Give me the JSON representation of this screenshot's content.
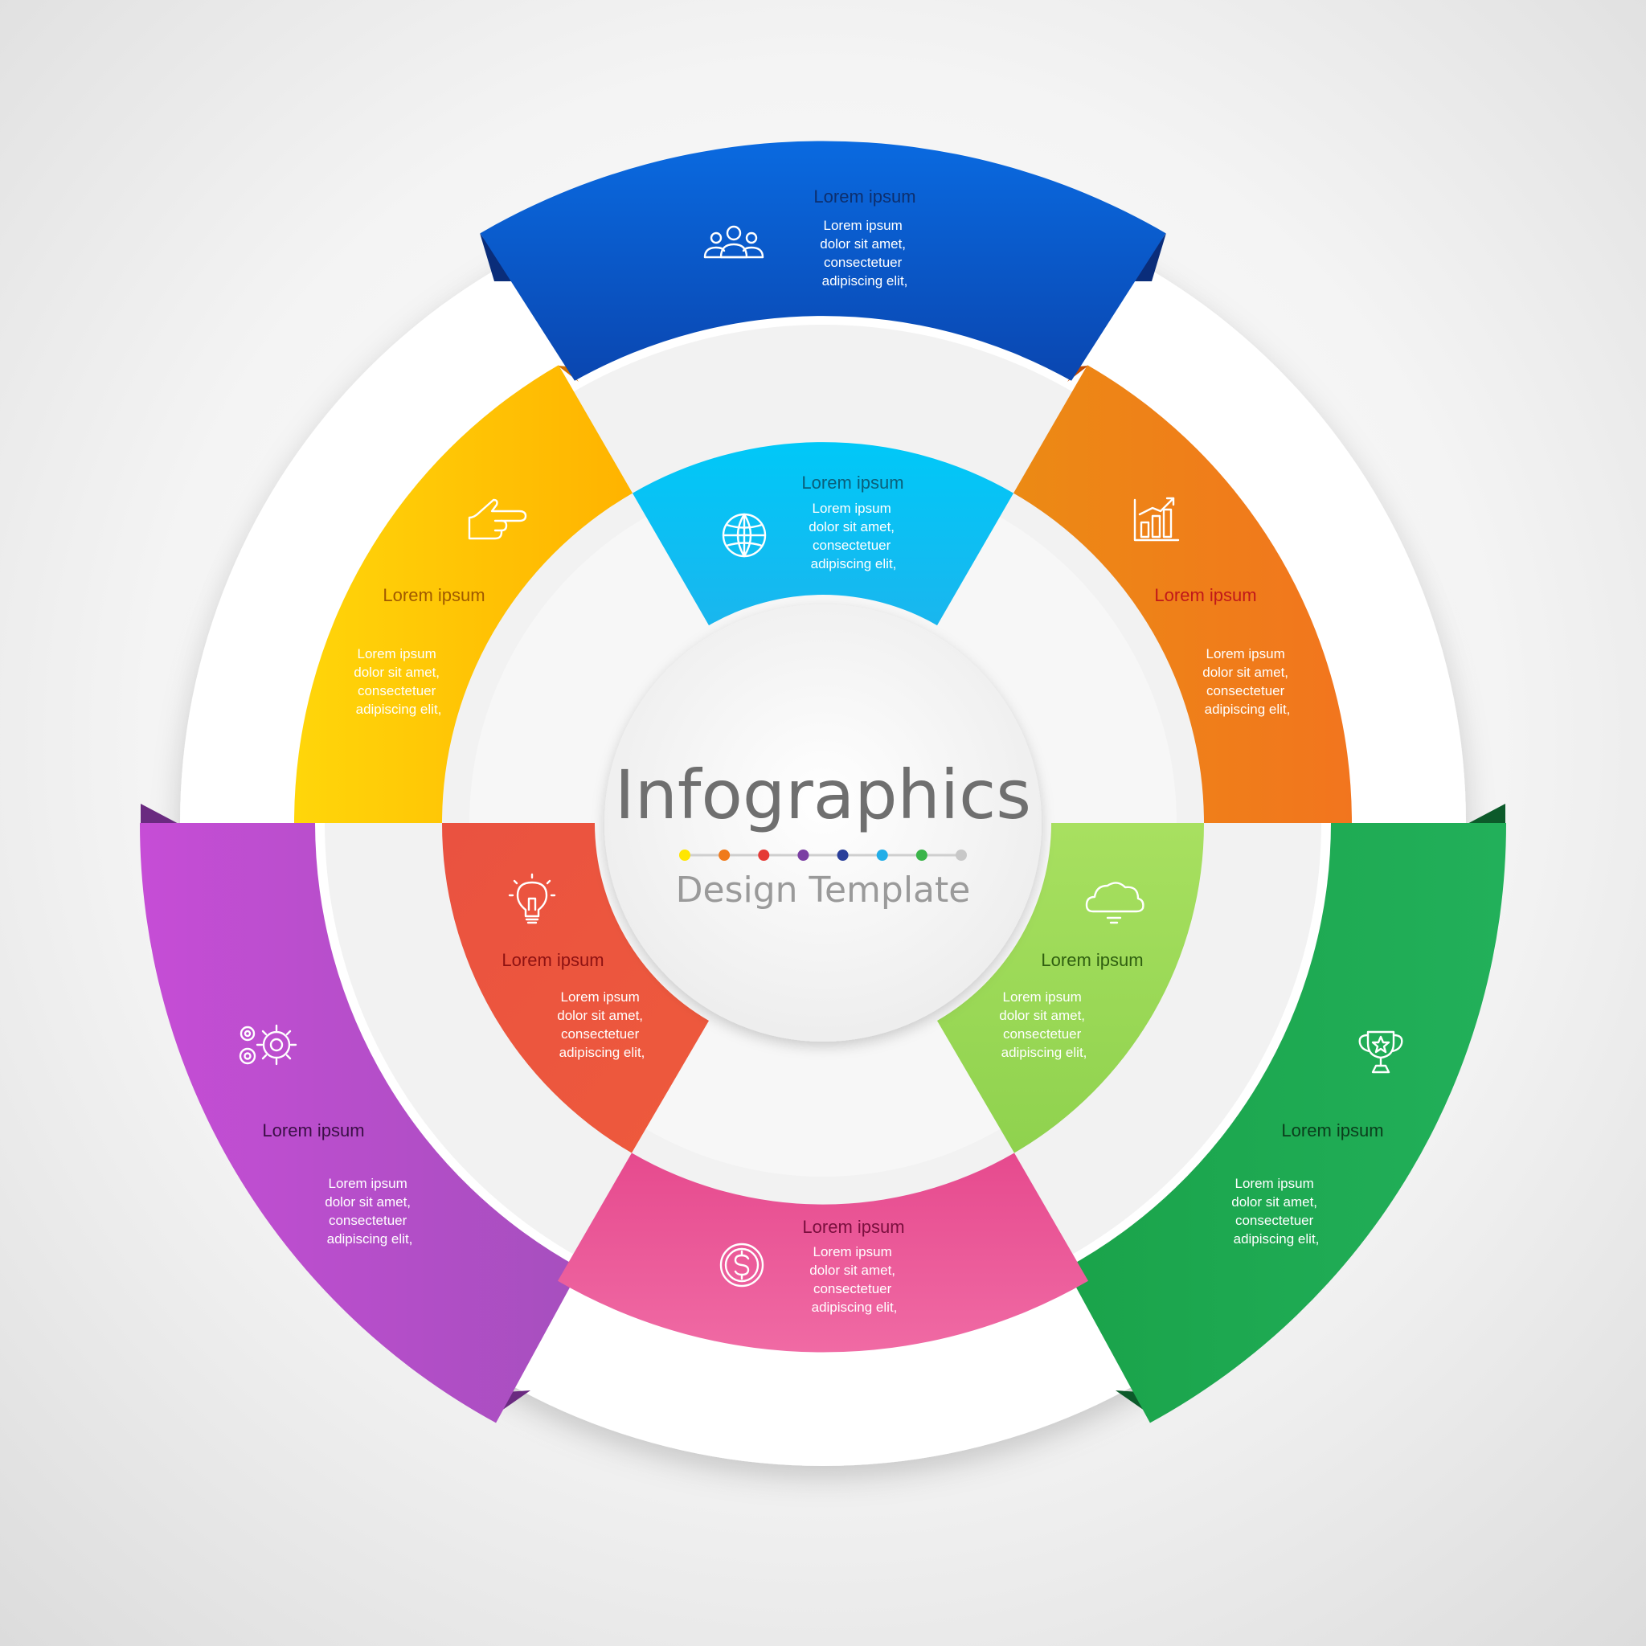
{
  "center": {
    "title": "Infographics",
    "subtitle": "Design Template",
    "dot_colors": [
      "#ffe600",
      "#f07a1a",
      "#e53935",
      "#7b3fa3",
      "#2a3f9a",
      "#22aee8",
      "#3bb54a",
      "#c8c8c8"
    ]
  },
  "segments": {
    "top_blue": {
      "title": "Lorem ipsum",
      "body": [
        "Lorem ipsum",
        "dolor sit amet,",
        "consectetuer",
        "adipiscing elit,"
      ],
      "icon": "people-icon",
      "color": "#0a58c8",
      "title_color": "#0d2f6e"
    },
    "cyan": {
      "title": "Lorem ipsum",
      "body": [
        "Lorem ipsum",
        "dolor sit amet,",
        "consectetuer",
        "adipiscing elit,"
      ],
      "icon": "globe-icon",
      "color": "#12c4f2",
      "title_color": "#0a5f7a"
    },
    "yellow": {
      "title": "Lorem ipsum",
      "body": [
        "Lorem ipsum",
        "dolor sit amet,",
        "consectetuer",
        "adipiscing elit,"
      ],
      "icon": "pointing-hand-icon",
      "color": "#ffc107",
      "title_color": "#a05a00"
    },
    "orange": {
      "title": "Lorem ipsum",
      "body": [
        "Lorem ipsum",
        "dolor sit amet,",
        "consectetuer",
        "adipiscing elit,"
      ],
      "icon": "bar-chart-icon",
      "color": "#f08a1c",
      "title_color": "#c0181a"
    },
    "red": {
      "title": "Lorem ipsum",
      "body": [
        "Lorem ipsum",
        "dolor sit amet,",
        "consectetuer",
        "adipiscing elit,"
      ],
      "icon": "lightbulb-icon",
      "color": "#ea5540",
      "title_color": "#8e1212"
    },
    "lime": {
      "title": "Lorem ipsum",
      "body": [
        "Lorem ipsum",
        "dolor sit amet,",
        "consectetuer",
        "adipiscing elit,"
      ],
      "icon": "cloud-icon",
      "color": "#9bdc55",
      "title_color": "#2f5f10"
    },
    "purple": {
      "title": "Lorem ipsum",
      "body": [
        "Lorem ipsum",
        "dolor sit amet,",
        "consectetuer",
        "adipiscing elit,"
      ],
      "icon": "gears-icon",
      "color": "#b84bcc",
      "title_color": "#3a0f45"
    },
    "green": {
      "title": "Lorem ipsum",
      "body": [
        "Lorem ipsum",
        "dolor sit amet,",
        "consectetuer",
        "adipiscing elit,"
      ],
      "icon": "trophy-icon",
      "color": "#1ca855",
      "title_color": "#0b3d1c"
    },
    "pink": {
      "title": "Lorem ipsum",
      "body": [
        "Lorem ipsum",
        "dolor sit amet,",
        "consectetuer",
        "adipiscing elit,"
      ],
      "icon": "dollar-coin-icon",
      "color": "#ea5299",
      "title_color": "#7a0f3e"
    }
  }
}
